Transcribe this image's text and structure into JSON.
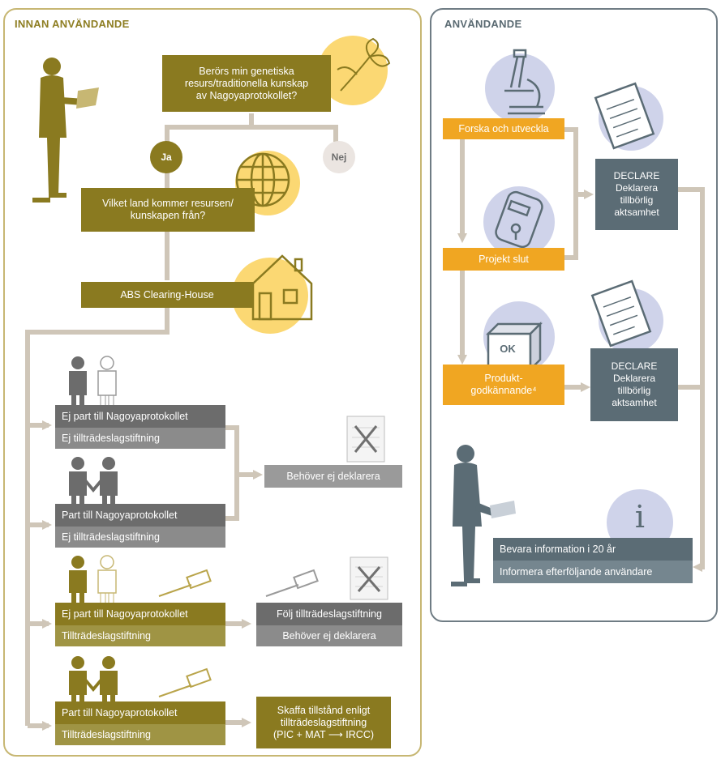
{
  "left_panel": {
    "title": "INNAN ANVÄNDANDE",
    "question1": "Berörs min genetiska\nresurs/traditionella kunskap\nav Nagoyaprotokollet?",
    "yes": "Ja",
    "no": "Nej",
    "question2": "Vilket land kommer resursen/\nkunskapen från?",
    "clearing_house": "ABS Clearing-House",
    "cases": [
      {
        "status": "Ej part till Nagoyaprotokollet",
        "law": "Ej tillträdeslagstiftning"
      },
      {
        "status": "Part till Nagoyaprotokollet",
        "law": "Ej tillträdeslagstiftning"
      },
      {
        "status": "Ej part till Nagoyaprotokollet",
        "law": "Tillträdeslagstiftning"
      },
      {
        "status": "Part till Nagoyaprotokollet",
        "law": "Tillträdeslagstiftning"
      }
    ],
    "outcome_no_declare": "Behöver ej deklarera",
    "outcome_follow": "Följ tillträdeslagstiftning",
    "outcome_follow_no_declare": "Behöver ej deklarera",
    "outcome_permit": "Skaffa tillstånd enligt\ntillträdeslagstiftning\n(PIC + MAT ⟶ IRCC)"
  },
  "right_panel": {
    "title": "ANVÄNDANDE",
    "research": "Forska och utveckla",
    "project_end": "Projekt slut",
    "approval": "Produkt-\ngodkännande⁴",
    "declare1": "DECLARE\nDeklarera\ntillbörlig\naktsamhet",
    "declare2": "DECLARE\nDeklarera\ntillbörlig\naktsamhet",
    "ok_label": "OK",
    "info_icon": "i",
    "keep_info": "Bevara information i 20 år",
    "inform_users": "Informera efterföljande användare"
  },
  "colors": {
    "olive": "#8a7a20",
    "yellow": "#fbd873",
    "orange": "#f0a622",
    "slate": "#5b6c75",
    "lavender": "#cfd3ea",
    "grey": "#8b8b8b",
    "connector": "#cfc6b8"
  }
}
